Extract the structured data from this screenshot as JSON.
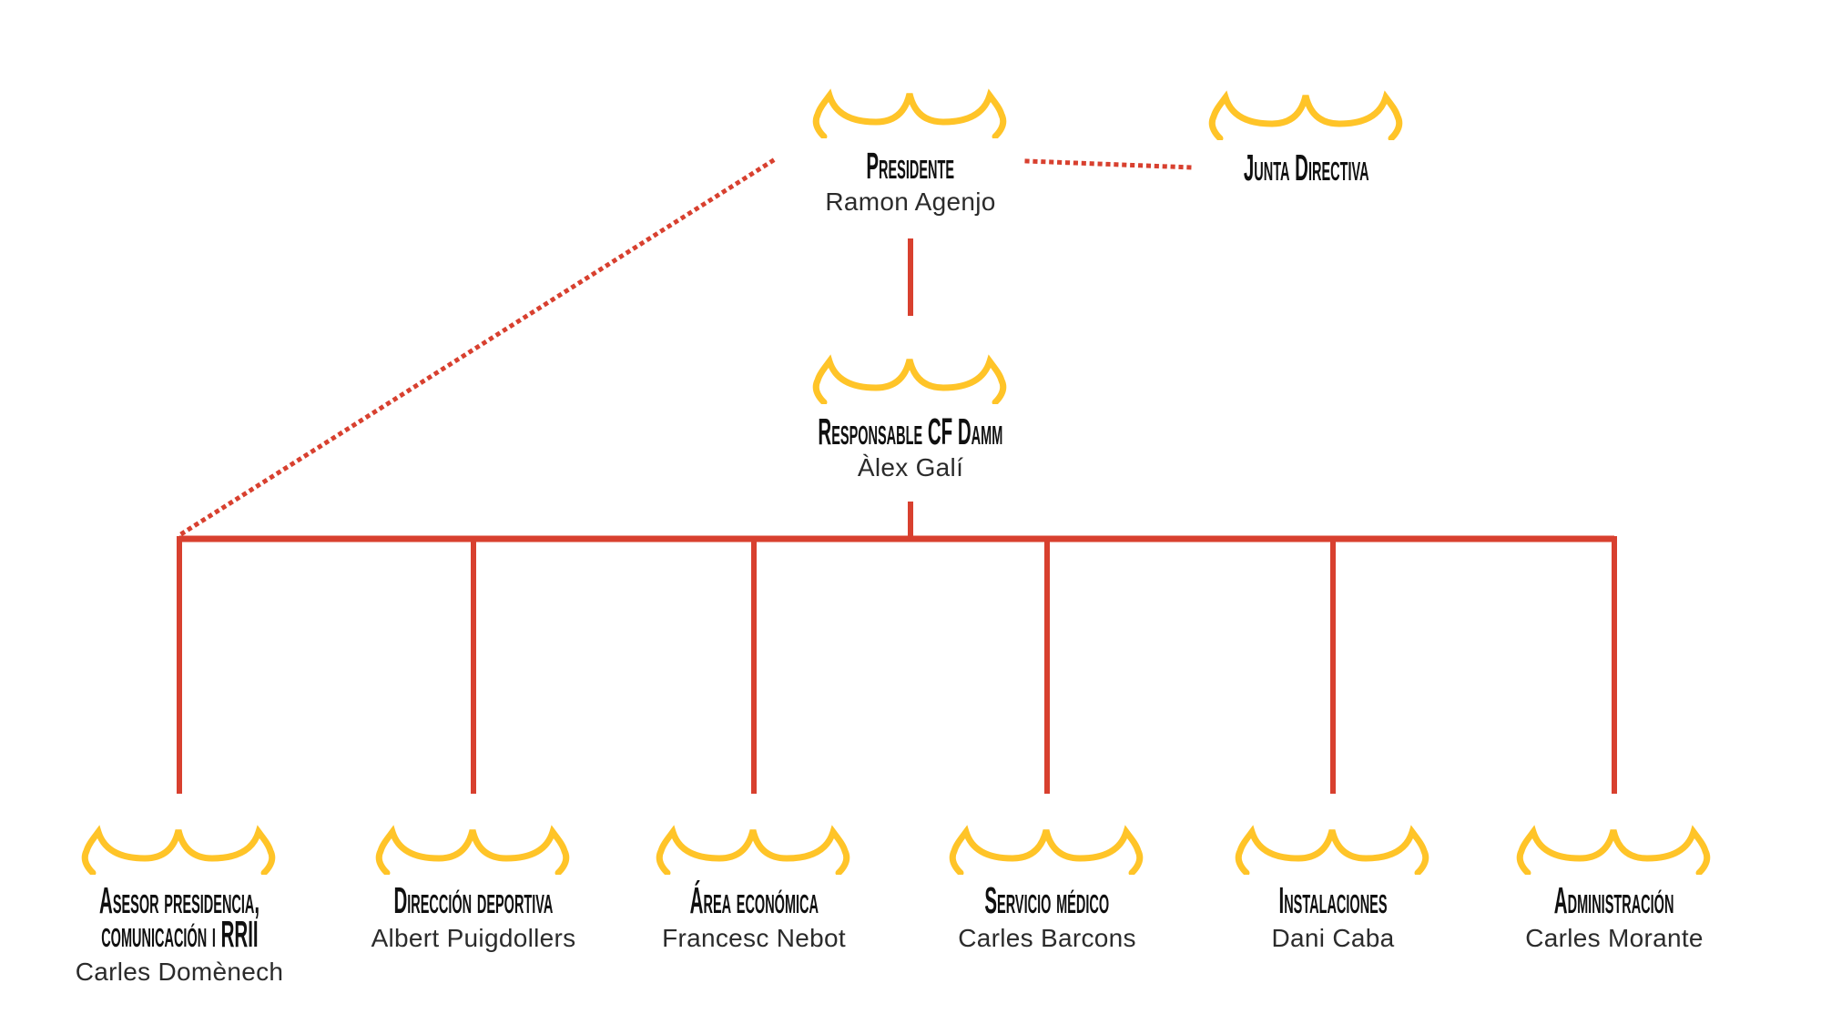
{
  "colors": {
    "line_red": "#D8402F",
    "crown_yellow": "#FFC428",
    "title_color": "#101010",
    "name_color": "#2B2B2B",
    "background": "#FFFFFF"
  },
  "org": {
    "presidente": {
      "title": "Presidente",
      "name": "Ramon Agenjo"
    },
    "junta_directiva": {
      "title": "Junta Directiva"
    },
    "responsable": {
      "title": "Responsable CF Damm",
      "name": "Àlex Galí"
    },
    "departments": [
      {
        "title_lines": [
          "Asesor presidencia,",
          "comunicación i RRII"
        ],
        "name": "Carles Domènech"
      },
      {
        "title_lines": [
          "Dirección deportiva"
        ],
        "name": "Albert Puigdollers"
      },
      {
        "title_lines": [
          "Área económica"
        ],
        "name": "Francesc Nebot"
      },
      {
        "title_lines": [
          "Servicio médico"
        ],
        "name": "Carles Barcons"
      },
      {
        "title_lines": [
          "Instalaciones"
        ],
        "name": "Dani Caba"
      },
      {
        "title_lines": [
          "Administración"
        ],
        "name": "Carles Morante"
      }
    ]
  }
}
